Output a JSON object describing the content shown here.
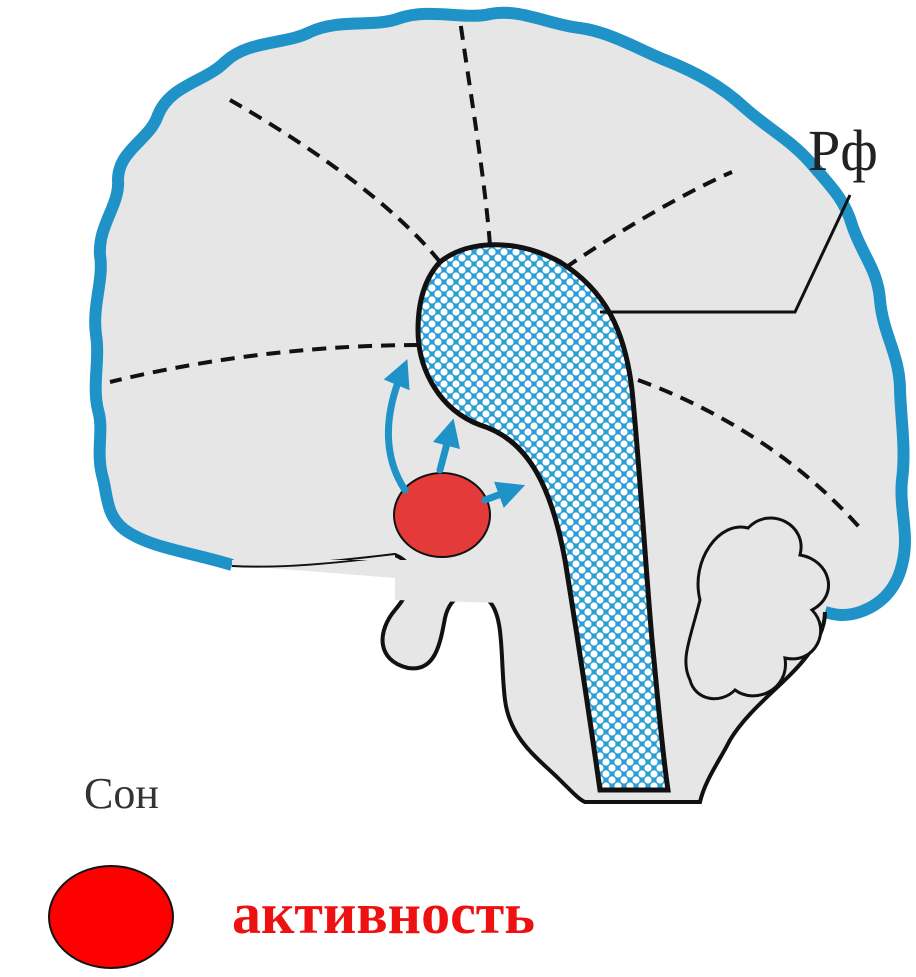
{
  "labels": {
    "rf": "Рф",
    "son": "Сон",
    "activity": "активность"
  },
  "colors": {
    "outline": "#1f93c8",
    "fill": "#e6e6e6",
    "mesh": "#2a9fd6",
    "nucleus": "#e53a3a",
    "legend_dot": "#ff0000",
    "legend_text": "#ee1111"
  },
  "icons": {
    "legend": "red-circle-icon",
    "arrows": "arrow-up-icon"
  }
}
